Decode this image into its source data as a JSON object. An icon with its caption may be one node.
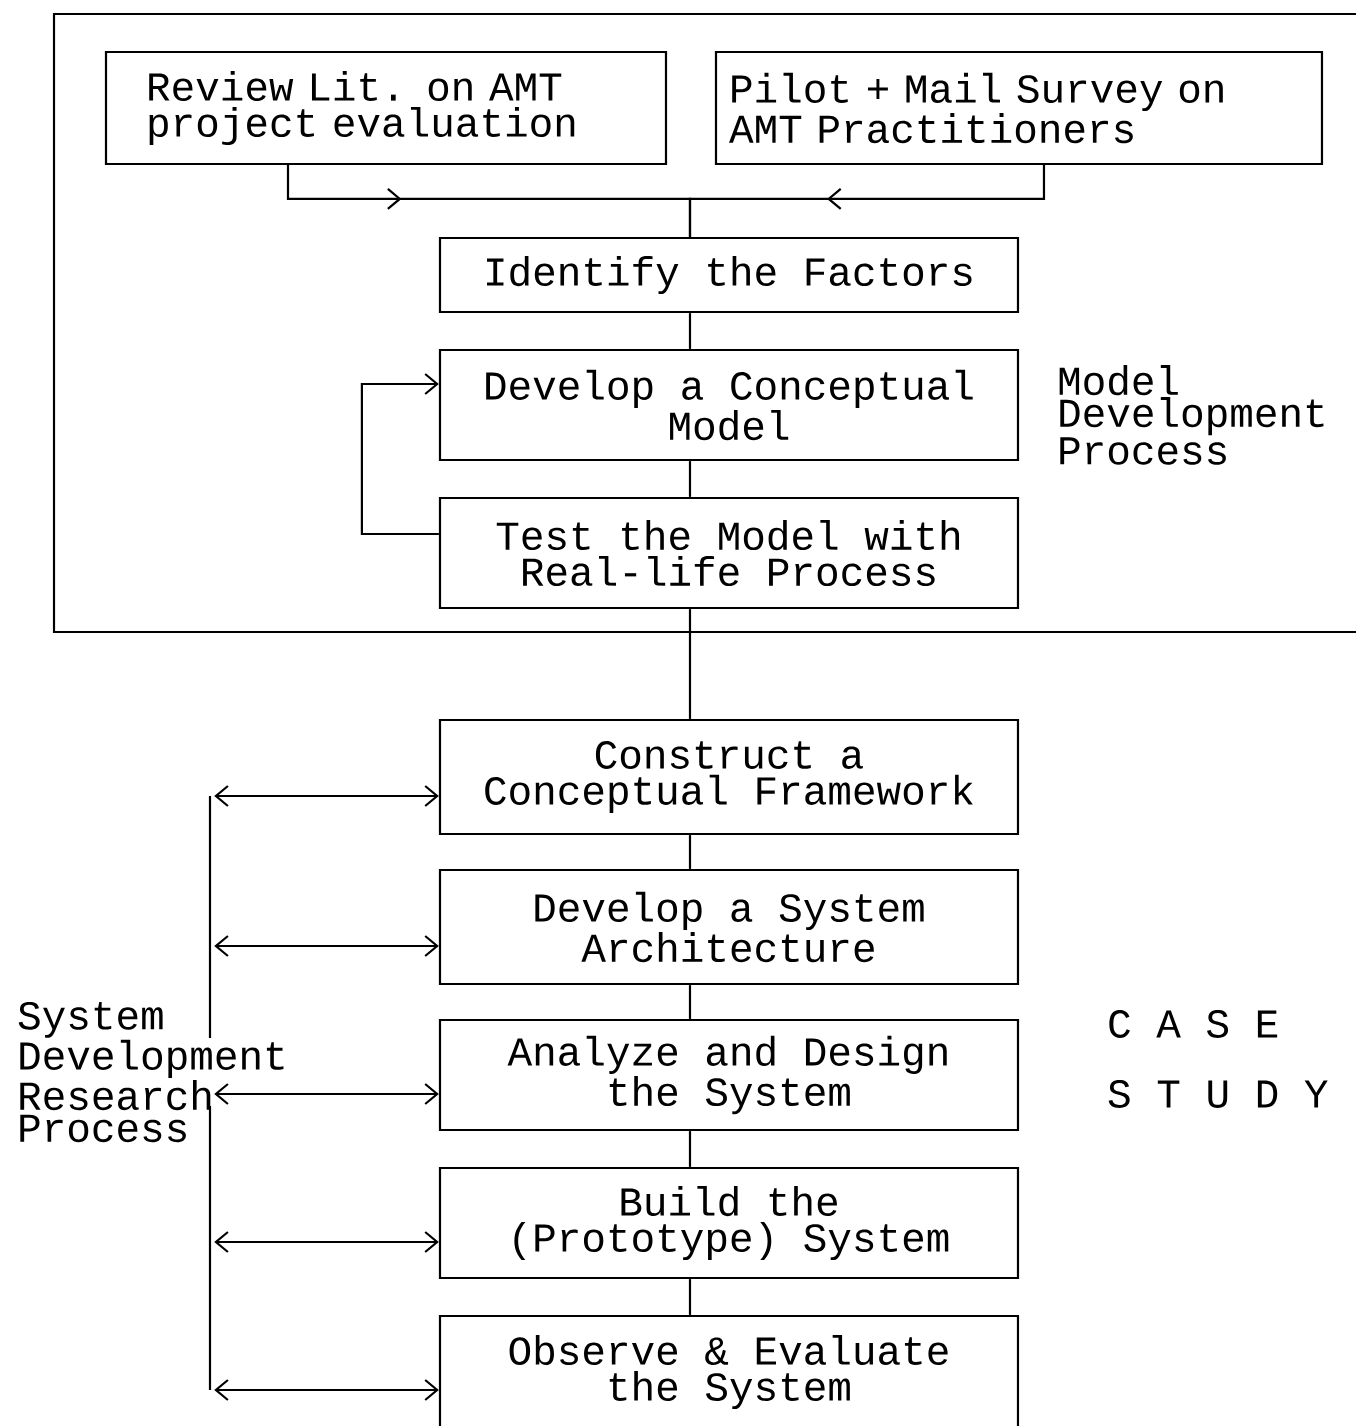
{
  "diagram": {
    "nodes": [
      {
        "text": [
          "Model Development Process"
        ]
      },
      {
        "text": [
          "Review Lit. on AMT project evaluation"
        ],
        "in": 0
      },
      {
        "text": [
          "Pilot + Mail Survey on AMT Practitioners"
        ],
        "in": 0
      },
      {
        "text": [
          "Identify the Factors"
        ],
        "in": 0
      },
      {
        "text": [
          "Develop a Conceptual Model"
        ],
        "in": 0
      },
      {
        "text": [
          "Test the Model with Real-life Process"
        ],
        "in": 0
      },
      {
        "text": [
          "Construct a Conceptual Framework"
        ]
      },
      {
        "text": [
          "Develop a System Architecture"
        ]
      },
      {
        "text": [
          "Analyze and Design the System"
        ]
      },
      {
        "text": [
          "Build the (Prototype) System"
        ]
      },
      {
        "text": [
          "Observe & Evaluate the System"
        ]
      },
      {
        "text": [
          "System Development Research Process"
        ]
      }
    ],
    "edges": [
      {
        "from": 1,
        "to": 3,
        "arrow": "to"
      },
      {
        "from": 2,
        "to": 3,
        "arrow": "to"
      },
      {
        "from": 3,
        "to": 4,
        "arrow": "none"
      },
      {
        "from": 4,
        "to": 5,
        "arrow": "none"
      },
      {
        "from": 5,
        "to": 4,
        "arrow": "to"
      },
      {
        "from": 5,
        "to": 6,
        "arrow": "none"
      },
      {
        "from": 6,
        "to": 7,
        "arrow": "none"
      },
      {
        "from": 7,
        "to": 8,
        "arrow": "none"
      },
      {
        "from": 8,
        "to": 9,
        "arrow": "none"
      },
      {
        "from": 9,
        "to": 10,
        "arrow": "none"
      },
      {
        "from": 11,
        "to": 6,
        "arrow": "both"
      },
      {
        "from": 11,
        "to": 7,
        "arrow": "both"
      },
      {
        "from": 11,
        "to": 8,
        "arrow": "both"
      },
      {
        "from": 11,
        "to": 9,
        "arrow": "both"
      },
      {
        "from": 11,
        "to": 10,
        "arrow": "both"
      }
    ],
    "labels": [
      "C A S E",
      "S T U D Y"
    ]
  }
}
